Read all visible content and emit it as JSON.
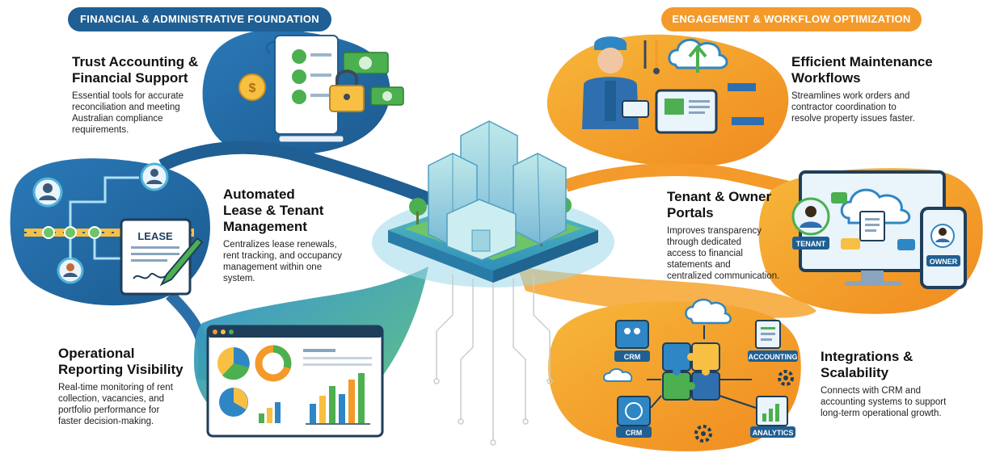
{
  "banners": {
    "left": "FINANCIAL & ADMINISTRATIVE FOUNDATION",
    "right": "ENGAGEMENT & WORKFLOW OPTIMIZATION"
  },
  "features": {
    "trust": {
      "title_line1": "Trust Accounting &",
      "title_line2": "Financial Support",
      "desc_line1": "Essential tools for accurate",
      "desc_line2": "reconciliation and meeting",
      "desc_line3": "Australian compliance",
      "desc_line4": "requirements."
    },
    "lease": {
      "title_line1": "Automated",
      "title_line2": "Lease & Tenant",
      "title_line3": "Management",
      "desc_line1": "Centralizes lease renewals,",
      "desc_line2": "rent tracking, and occupancy",
      "desc_line3": "management within one",
      "desc_line4": "system."
    },
    "reporting": {
      "title_line1": "Operational",
      "title_line2": "Reporting Visibility",
      "desc_line1": "Real-time monitoring of rent",
      "desc_line2": "collection, vacancies, and",
      "desc_line3": "portfolio performance for",
      "desc_line4": "faster decision-making."
    },
    "maintenance": {
      "title_line1": "Efficient Maintenance",
      "title_line2": "Workflows",
      "desc_line1": "Streamlines work orders and",
      "desc_line2": "contractor coordination to",
      "desc_line3": "resolve property issues faster."
    },
    "portals": {
      "title_line1": "Tenant & Owner",
      "title_line2": "Portals",
      "desc_line1": "Improves transparency",
      "desc_line2": "through dedicated",
      "desc_line3": "access to financial",
      "desc_line4": "statements and",
      "desc_line5": "centralized communication."
    },
    "integrations": {
      "title_line1": "Integrations &",
      "title_line2": "Scalability",
      "desc_line1": "Connects with CRM and",
      "desc_line2": "accounting systems to support",
      "desc_line3": "long-term operational growth."
    }
  },
  "illustration_labels": {
    "lease_doc": "LEASE",
    "tenant": "TENANT",
    "owner": "OWNER",
    "crm_top": "CRM",
    "accounting": "ACCOUNTING",
    "crm_bottom": "CRM",
    "analytics": "ANALYTICS"
  },
  "colors": {
    "blue_dark": "#1f5f93",
    "blue_mid": "#2f86c4",
    "blue_light": "#5fb1e0",
    "orange": "#f39a2a",
    "orange_light": "#f7c043",
    "green": "#4caf50",
    "building_teal": "#7fd0cf"
  }
}
